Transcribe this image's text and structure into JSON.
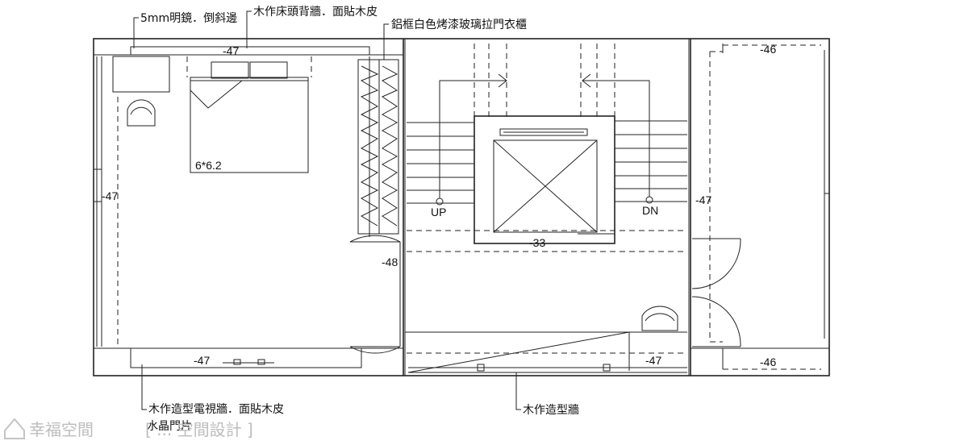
{
  "annotations": {
    "mirror": "5mm明鏡．倒斜邊",
    "bed_wall": "木作床頭背牆．面貼木皮",
    "wardrobe": "鋁框白色烤漆玻璃拉門衣櫃",
    "tv_wall": "木作造型電視牆．面貼木皮",
    "tv_wall_door": "水晶門片",
    "wood_wall": "木作造型牆"
  },
  "dimensions": {
    "top_left": "-47",
    "left_wall": "-47",
    "bottom_left": "-47",
    "door_48": "-48",
    "corridor": "-33",
    "bottom_mid": "-47",
    "right_side": "-47",
    "right_top": "-46",
    "right_bottom": "-46"
  },
  "bed_size": "6*6.2",
  "stairs": {
    "up": "UP",
    "down": "DN"
  },
  "watermark": {
    "brand": "幸福空間",
    "designer": "[  ...  空間設計 ]"
  }
}
